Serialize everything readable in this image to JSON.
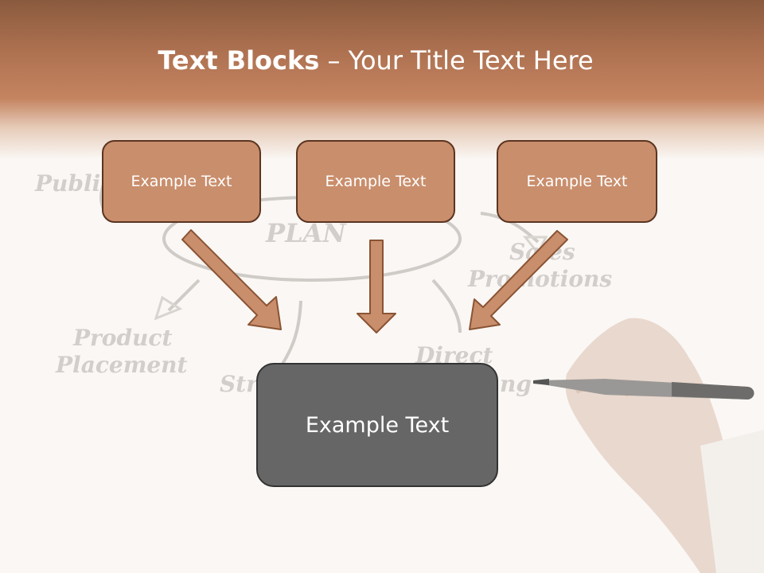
{
  "slide": {
    "title_bold": "Text Blocks",
    "title_rest": " – Your Title Text Here",
    "boxes": [
      {
        "label": "Example Text"
      },
      {
        "label": "Example Text"
      },
      {
        "label": "Example Text"
      },
      {
        "label": "Example Text"
      }
    ]
  },
  "background_sketch": {
    "words": [
      "Publi",
      "PLAN",
      "Sales",
      "Promotions",
      "Product",
      "Placement",
      "Direct",
      "Str",
      "ng"
    ]
  },
  "colors": {
    "accent": "#c98e6c",
    "box_border": "#5b3420",
    "dark_box": "#666666",
    "header": "#b07352"
  }
}
